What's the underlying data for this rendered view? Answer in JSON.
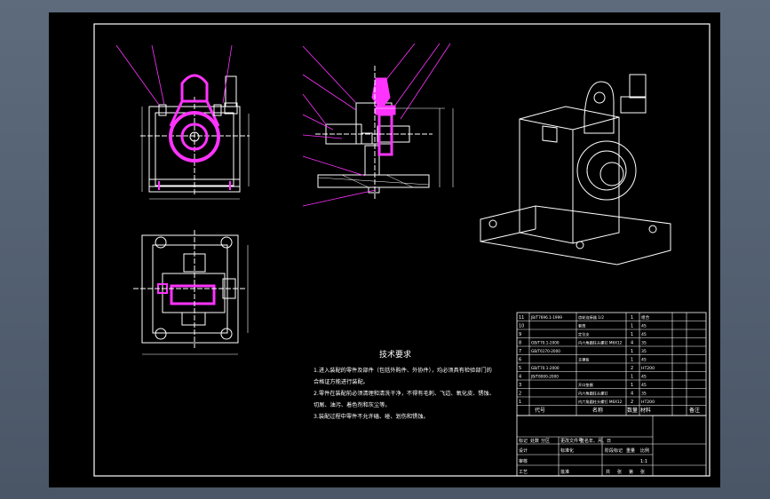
{
  "drawing": {
    "tech_req": {
      "title": "技术要求",
      "lines": [
        "1.进入装配的零件及部件（包括外购件、外协件），均必须具有检验部门的",
        "合格证方能进行装配。",
        "2.零件在装配前必须清理和清洗干净，不得有毛刺、飞边、氧化皮、锈蚀、",
        "切屑、油污、着色剂和灰尘等。",
        "3.装配过程中零件不允许磕、碰、划伤和锈蚀。"
      ]
    },
    "bom": {
      "header": {
        "col_code": "代号",
        "col_name": "名称",
        "col_qty": "数量",
        "col_material": "材料",
        "col_note": "备注"
      },
      "rows": [
        {
          "num": "11",
          "code": "JB/T7696.1-1999",
          "name": "齿轮连接器 1/2",
          "qty": "1",
          "material": "组合"
        },
        {
          "num": "10",
          "code": "",
          "name": "套筒",
          "qty": "1",
          "material": "45"
        },
        {
          "num": "9",
          "code": "",
          "name": "定位支",
          "qty": "1",
          "material": "45"
        },
        {
          "num": "8",
          "code": "GB/T70.1-2000",
          "name": "内六角圆柱头螺钉 M6X12",
          "qty": "4",
          "material": "35"
        },
        {
          "num": "7",
          "code": "GB/T6170-2000",
          "name": "",
          "qty": "1",
          "material": "35"
        },
        {
          "num": "6",
          "code": "",
          "name": "支撑板",
          "qty": "1",
          "material": "45"
        },
        {
          "num": "5",
          "code": "GB/T70.1-2000",
          "name": "",
          "qty": "2",
          "material": "HT200"
        },
        {
          "num": "4",
          "code": "JB/T8000-2000",
          "name": "",
          "qty": "1",
          "material": "45"
        },
        {
          "num": "3",
          "code": "",
          "name": "开口垫圈",
          "qty": "1",
          "material": "45"
        },
        {
          "num": "2",
          "code": "",
          "name": "内六角圆柱头螺钉",
          "qty": "4",
          "material": "35"
        },
        {
          "num": "1",
          "code": "",
          "name": "内六角圆柱头螺钉 M6X12",
          "qty": "2",
          "material": "HT200"
        }
      ]
    },
    "title_block": {
      "r1": [
        "标记",
        "处数",
        "分区",
        "更改文件号",
        "签名",
        "年、月、日"
      ],
      "r2a": "设计",
      "r2b": "标准化",
      "r2c": "阶段标记",
      "r2d": "重量",
      "r2e": "比例",
      "r3a": "审核",
      "r3b": "1:1",
      "r4a": "工艺",
      "r4b": "批准",
      "r4c": "共",
      "r4d": "张",
      "r4e": "第",
      "r4f": "张"
    }
  }
}
